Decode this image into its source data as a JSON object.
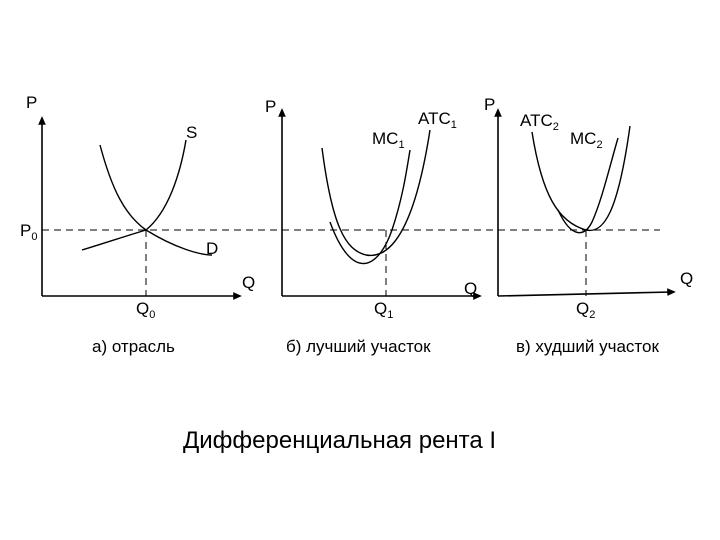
{
  "diagram": {
    "title": "Дифференциальная рента I",
    "price_label": "P",
    "equilibrium_price_label": "P",
    "equilibrium_price_sub": "0",
    "quantity_label": "Q",
    "panels": [
      {
        "caption": "а) отрасль",
        "curves": [
          {
            "label": "S",
            "sub": ""
          },
          {
            "label": "D",
            "sub": ""
          }
        ],
        "q_label": "Q",
        "q_sub": "0"
      },
      {
        "caption": "б) лучший участок",
        "curves": [
          {
            "label": "MC",
            "sub": "1"
          },
          {
            "label": "ATC",
            "sub": "1"
          }
        ],
        "q_label": "Q",
        "q_sub": "1"
      },
      {
        "caption": "в) худший участок",
        "curves": [
          {
            "label": "ATC",
            "sub": "2"
          },
          {
            "label": "MC",
            "sub": "2"
          }
        ],
        "q_label": "Q",
        "q_sub": "2"
      }
    ]
  }
}
